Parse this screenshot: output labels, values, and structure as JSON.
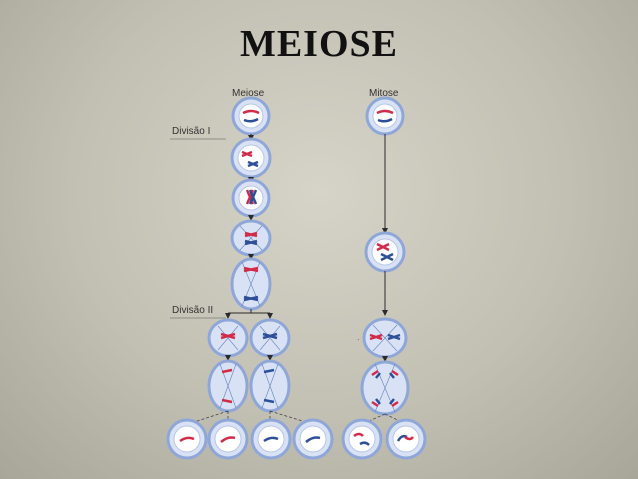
{
  "slide": {
    "title": "MEIOSE"
  },
  "diagram": {
    "meiosis_header": "Meiose",
    "mitosis_header": "Mitose",
    "division_one_label": "Divisão I",
    "division_two_label": "Divisão II"
  },
  "colors": {
    "maternal": "#d02c4a",
    "paternal": "#2d4f9a",
    "membrane": "#8fa7d8",
    "cell_fill": "#d9e2f5",
    "nucleus": "#ffffff",
    "spindle": "#6f8cc2",
    "arrow": "#2b2b2b"
  }
}
